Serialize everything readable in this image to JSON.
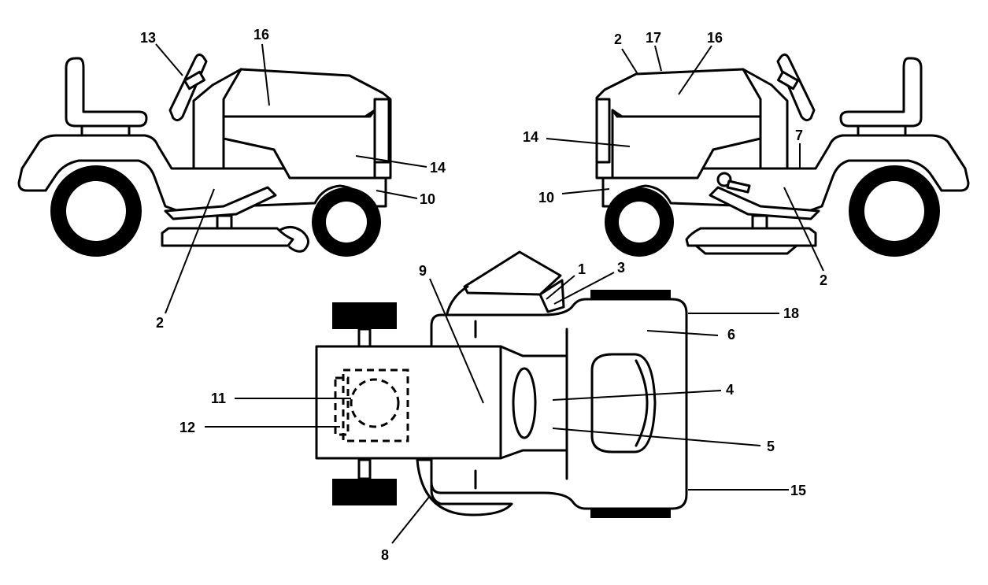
{
  "labels": {
    "left_view": {
      "l13": "13",
      "l16": "16",
      "l14": "14",
      "l10": "10",
      "l2": "2"
    },
    "right_view": {
      "l2_top": "2",
      "l17": "17",
      "l16": "16",
      "l14": "14",
      "l7": "7",
      "l10": "10",
      "l2_bottom": "2"
    },
    "top_view": {
      "l9": "9",
      "l1": "1",
      "l3": "3",
      "l18": "18",
      "l6": "6",
      "l4": "4",
      "l5": "5",
      "l11": "11",
      "l12": "12",
      "l15": "15",
      "l8": "8"
    }
  }
}
